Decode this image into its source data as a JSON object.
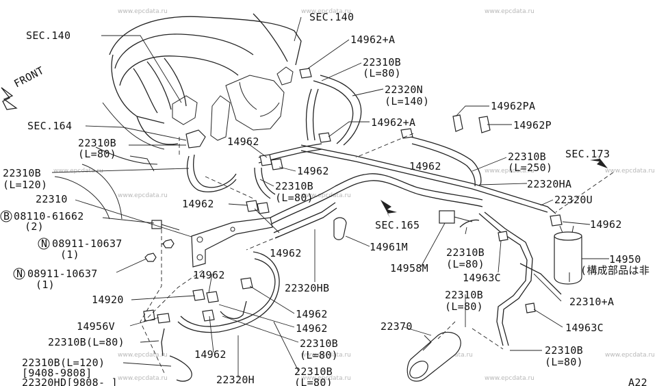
{
  "watermark": "www.epcdata.ru",
  "front_label": "FRONT",
  "callouts": {
    "sec140_top": "SEC.140",
    "sec140_left": "SEC.140",
    "c14962a_1": "14962+A",
    "c22310b_80_a": "22310B",
    "c22310b_80_a_len": "(L=80)",
    "c22320n": "22320N",
    "c22320n_len": "(L=140)",
    "c14962pa": "14962PA",
    "c14962a_2": "14962+A",
    "c14962p": "14962P",
    "sec164": "SEC.164",
    "c22310b_80_b": "22310B",
    "c22310b_80_b_len": "(L=80)",
    "c14962_a": "14962",
    "c22310b_250": "22310B",
    "c22310b_250_len": "(L=250)",
    "sec173": "SEC.173",
    "c22310b_120": "22310B",
    "c22310b_120_len": "(L=120)",
    "c14962_b": "14962",
    "c14962_c": "14962",
    "c22320ha": "22320HA",
    "c22310b_80_c": "22310B",
    "c22310b_80_c_len": "(L=80)",
    "c22310": "22310",
    "c14962_d": "14962",
    "c22320u": "22320U",
    "c08110": "08110-61662",
    "c08110_qty": "(2)",
    "sec165": "SEC.165",
    "c14962_e": "14962",
    "c08911_a": "08911-10637",
    "c08911_a_qty": "(1)",
    "c14961m": "14961M",
    "c22310b_80_d": "22310B",
    "c22310b_80_d_len": "(L=80)",
    "c14962_f": "14962",
    "c14950": "14950",
    "c14950_note": "(構成部品は非",
    "c08911_b": "08911-10637",
    "c08911_b_qty": "(1)",
    "c14958m": "14958M",
    "c14963c_a": "14963C",
    "c14962_g": "14962",
    "c22320hb": "22320HB",
    "c22310b_80_e": "22310B",
    "c22310b_80_e_len": "(L=80)",
    "c22310a": "22310+A",
    "c14920": "14920",
    "c14962_h": "14962",
    "c14962_i": "14962",
    "c14963c_b": "14963C",
    "c14956v": "14956V",
    "c22370": "22370",
    "c22310b_80_f": "22310B(L=80)",
    "c22310b_80_g": "22310B",
    "c22310b_80_g_len": "(L=80)",
    "c22310b_80_h": "22310B",
    "c22310b_80_h_len": "(L=80)",
    "c14962_j": "14962",
    "c22310b_120_b": "22310B(L=120)",
    "c9408": "[9408-9808]",
    "c22320hd": "22320HD[9808-  ]",
    "c22320h": "22320H",
    "c22310b_80_i": "22310B",
    "c22310b_80_i_len": "(L=80)",
    "corner_code": "A22",
    "prefix_b": "B",
    "prefix_n1": "N",
    "prefix_n2": "N"
  }
}
